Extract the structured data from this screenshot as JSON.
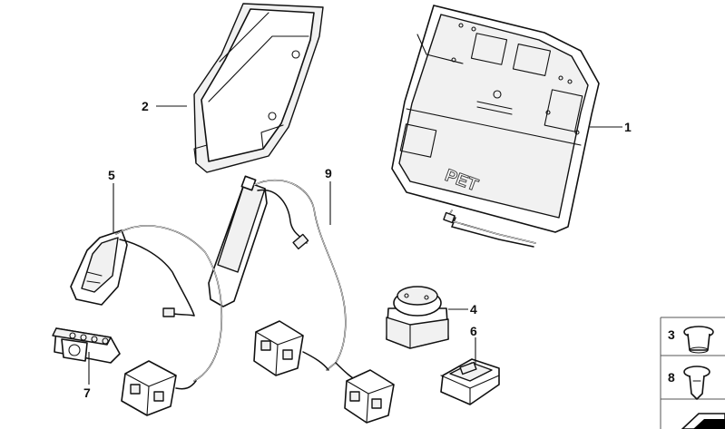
{
  "callouts": {
    "p1": "1",
    "p2": "2",
    "p3": "3",
    "p4": "4",
    "p5": "5",
    "p6": "6",
    "p7": "7",
    "p8": "8",
    "p9": "9"
  },
  "airbag_module_marking": "PET"
}
